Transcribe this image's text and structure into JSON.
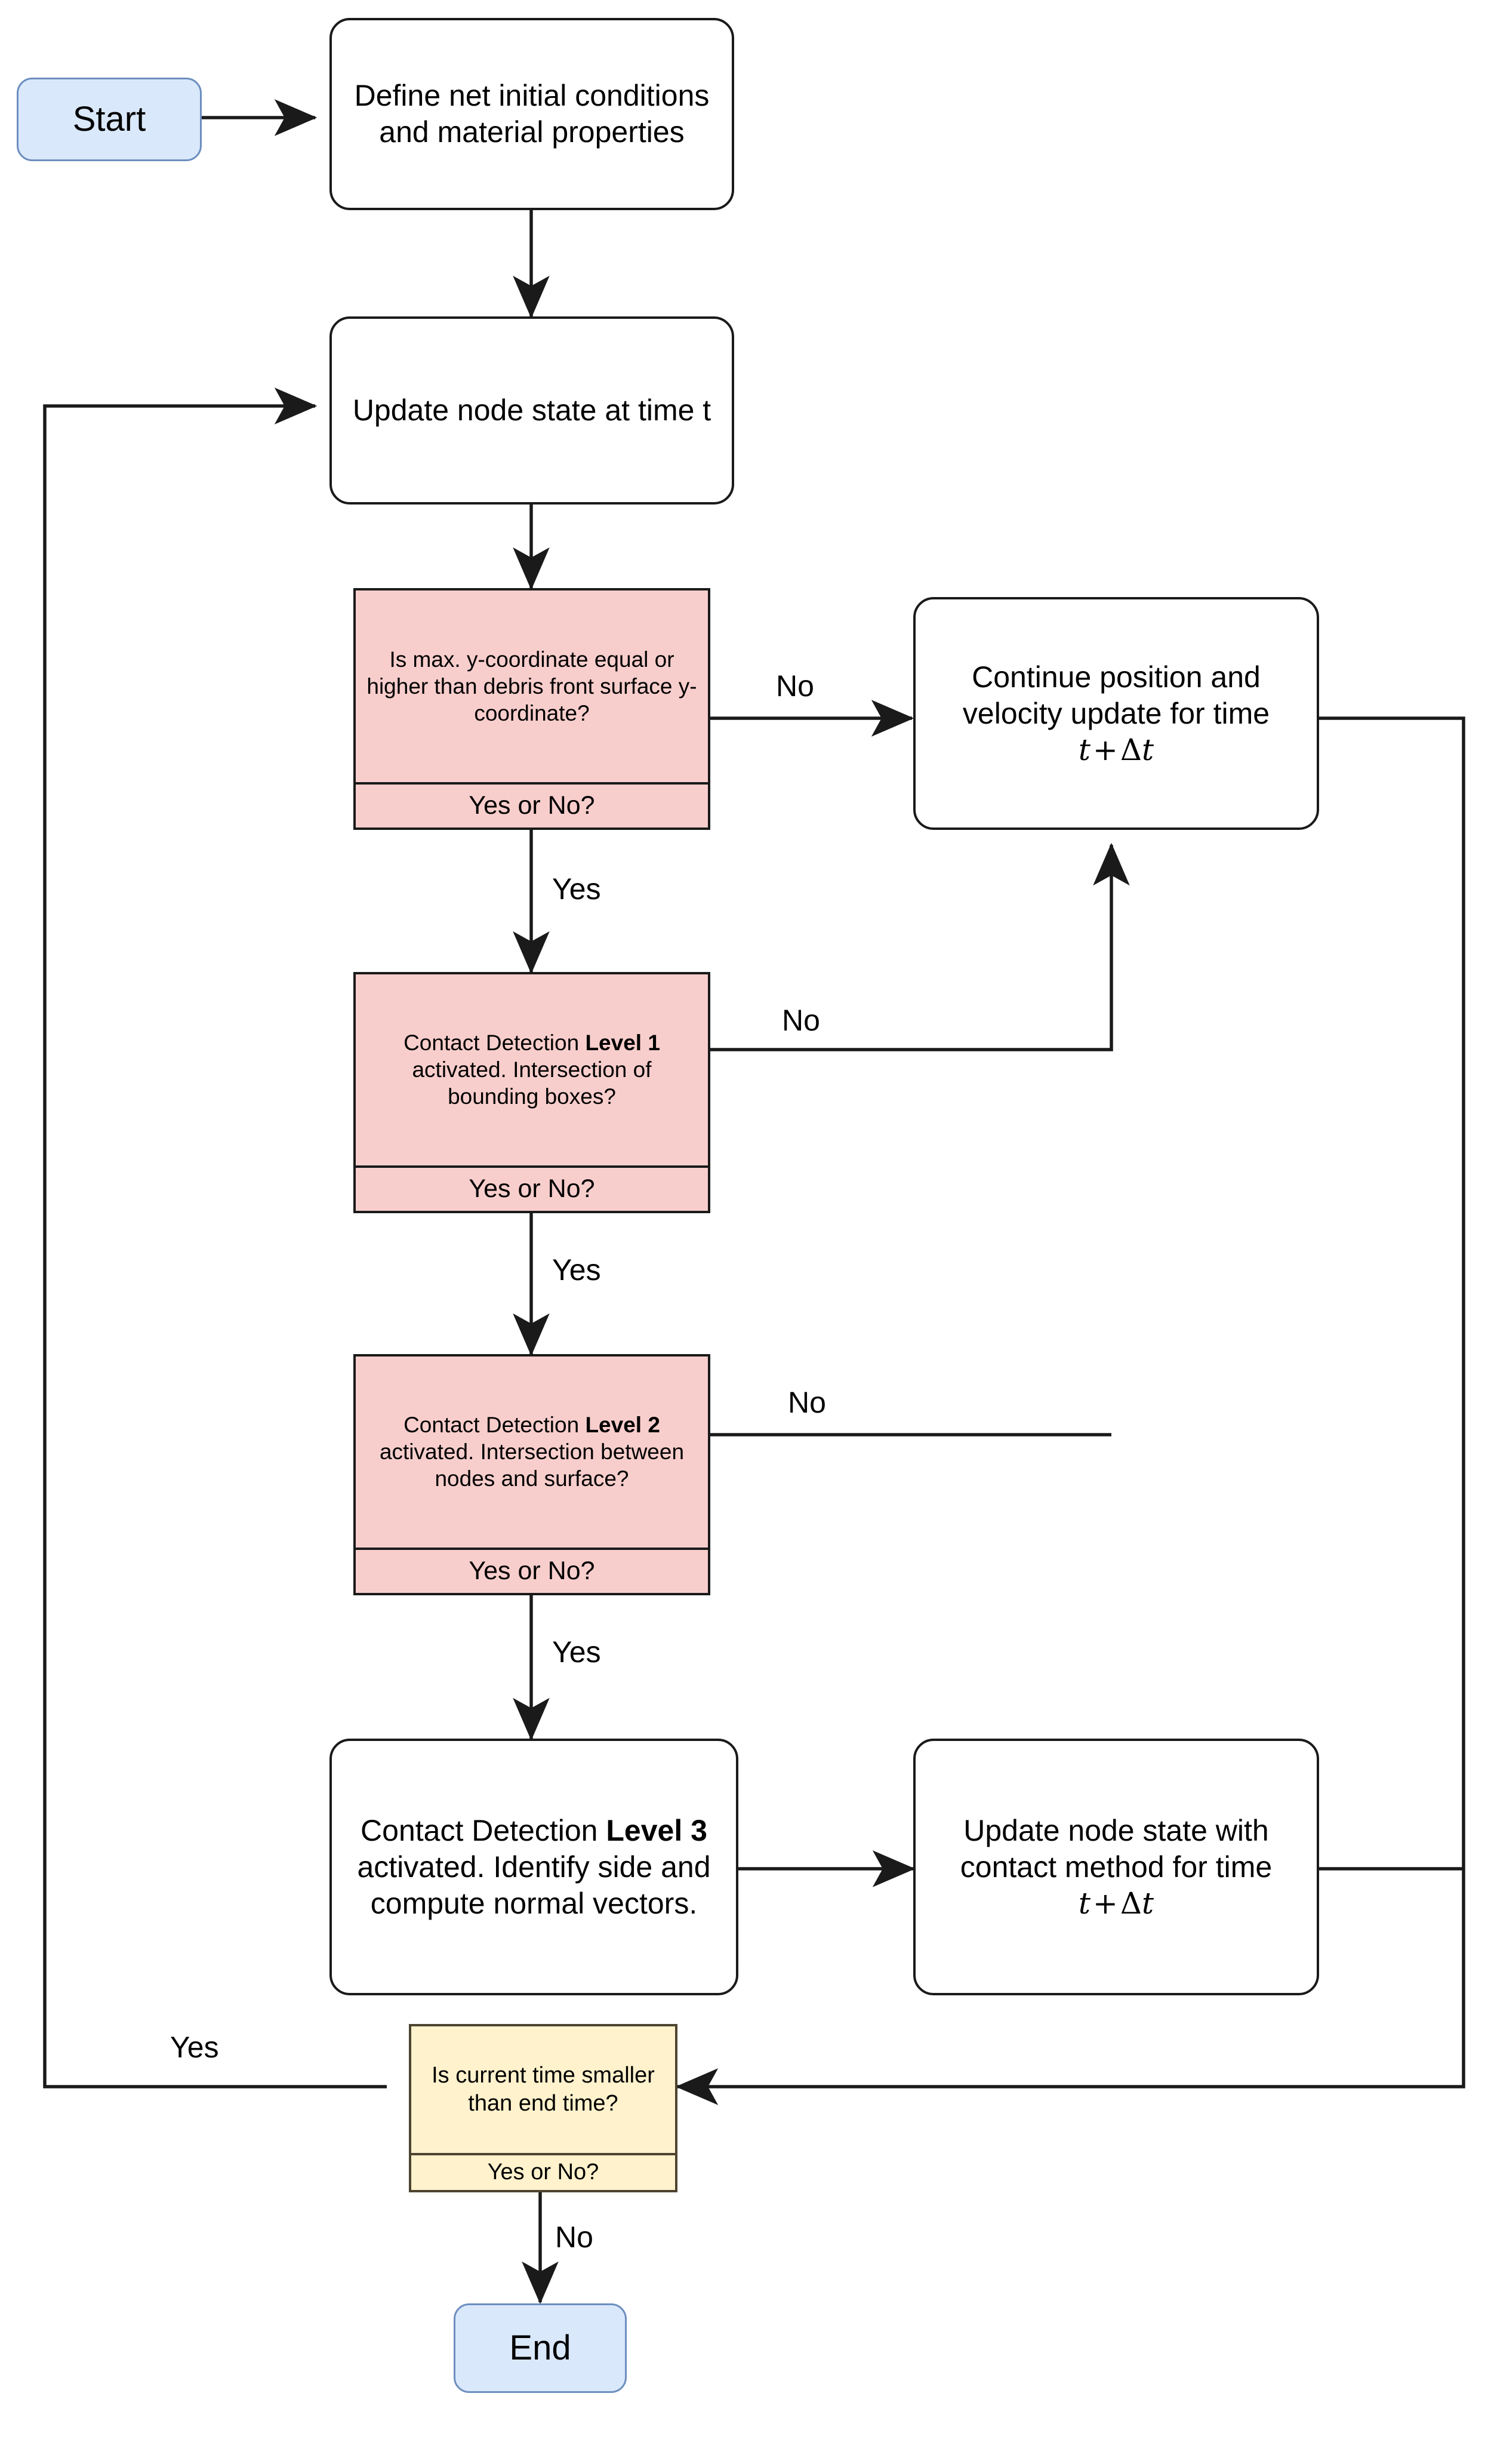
{
  "diagram": {
    "title": "Contact detection simulation flowchart",
    "colors": {
      "terminator_fill": "#dae8fc",
      "terminator_stroke": "#6c8ebf",
      "decision_pink_fill": "#f8cecc",
      "decision_amber_fill": "#fff2cc",
      "process_fill": "#ffffff",
      "stroke": "#1a1a1a",
      "text": "#000000"
    },
    "nodes": {
      "start": {
        "label": "Start",
        "type": "terminator"
      },
      "define_conditions": {
        "label": "Define net initial conditions and material properties",
        "type": "process"
      },
      "update_node_state": {
        "label": "Update node state at time t",
        "type": "process"
      },
      "decision_ycoord": {
        "question": "Is max. y-coordinate equal or higher than debris front surface y-coordinate?",
        "answer": "Yes or No?",
        "type": "decision"
      },
      "continue_update": {
        "line1": "Continue position and",
        "line2": "velocity update for time",
        "math_t": "t",
        "math_op": "+",
        "math_delta": "Δ",
        "math_dt": "t",
        "type": "process"
      },
      "decision_level1": {
        "question_pre": "Contact Detection ",
        "question_bold": "Level 1",
        "question_post": " activated. Intersection of bounding boxes?",
        "answer": "Yes or No?",
        "type": "decision"
      },
      "decision_level2": {
        "question_pre": "Contact Detection ",
        "question_bold": "Level 2",
        "question_post": " activated. Intersection between nodes and surface?",
        "answer": "Yes or No?",
        "type": "decision"
      },
      "level3_process": {
        "text_pre": "Contact Detection ",
        "text_bold": "Level 3",
        "text_post": " activated. Identify side and compute normal vectors.",
        "type": "process"
      },
      "update_contact_method": {
        "line1": "Update node state with",
        "line2": "contact method for time",
        "math_t": "t",
        "math_op": "+",
        "math_delta": "Δ",
        "math_dt": "t",
        "type": "process"
      },
      "decision_time": {
        "question": "Is current time smaller than end time?",
        "answer": "Yes or No?",
        "type": "decision"
      },
      "end": {
        "label": "End",
        "type": "terminator"
      }
    },
    "edge_labels": {
      "ycoord_no": "No",
      "ycoord_yes": "Yes",
      "level1_no": "No",
      "level1_yes": "Yes",
      "level2_no": "No",
      "level2_yes": "Yes",
      "time_yes": "Yes",
      "time_no": "No"
    }
  }
}
